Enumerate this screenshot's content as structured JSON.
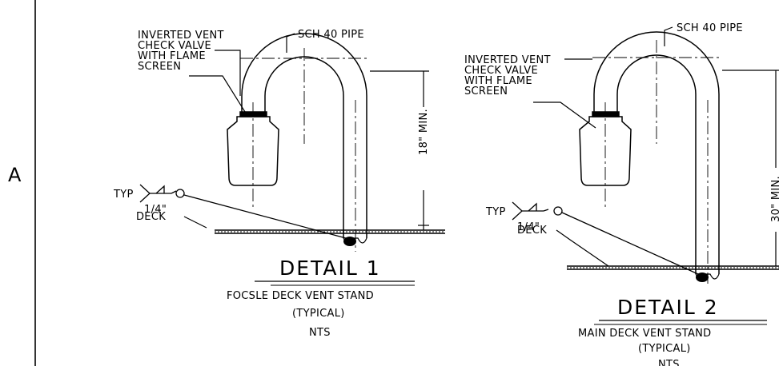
{
  "zone_label": "A",
  "details": [
    {
      "callout_valve": [
        "INVERTED VENT",
        "CHECK VALVE",
        "WITH FLAME",
        "SCREEN"
      ],
      "callout_pipe": "SCH 40 PIPE",
      "weld_typ": "TYP",
      "weld_size": "1/4\"",
      "deck_label": "DECK",
      "dimension": "18\" MIN.",
      "title": "DETAIL 1",
      "subtitle": "FOCSLE DECK VENT STAND",
      "note": "(TYPICAL)",
      "scale": "NTS"
    },
    {
      "callout_valve": [
        "INVERTED VENT",
        "CHECK VALVE",
        "WITH FLAME",
        "SCREEN"
      ],
      "callout_pipe": "SCH 40 PIPE",
      "weld_typ": "TYP",
      "weld_size": "1/4\"",
      "deck_label": "DECK",
      "dimension": "30\" MIN.",
      "title": "DETAIL 2",
      "subtitle": "MAIN DECK VENT STAND",
      "note": "(TYPICAL)",
      "scale": "NTS"
    }
  ]
}
